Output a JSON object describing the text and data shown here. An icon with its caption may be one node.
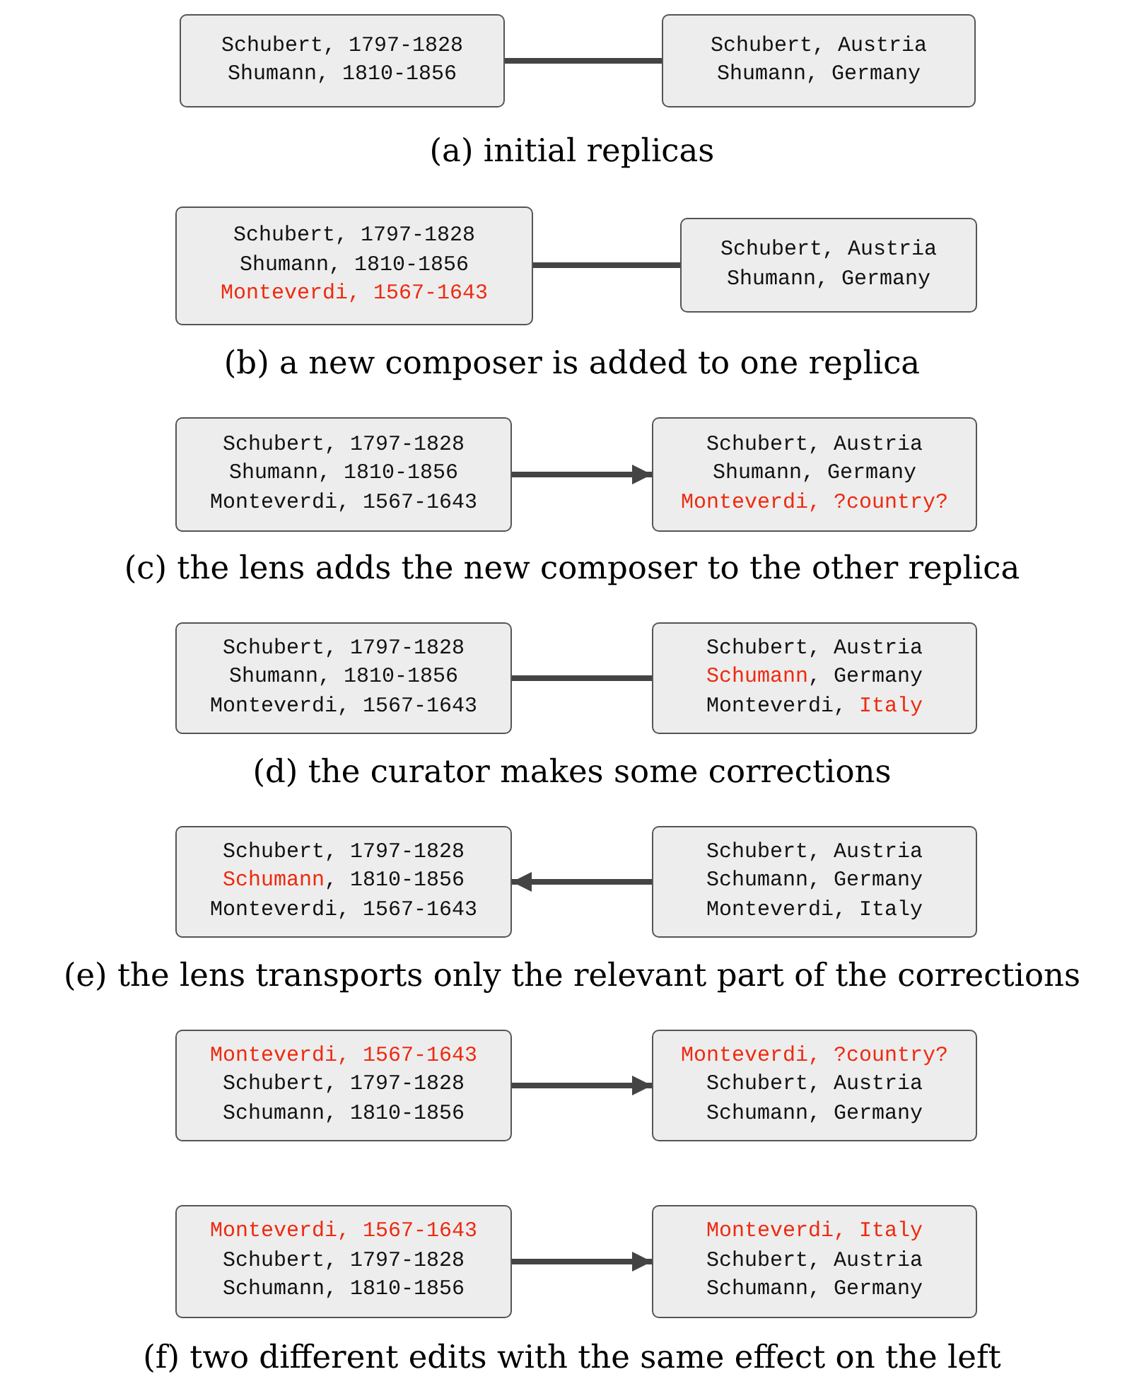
{
  "diagram": {
    "nodes": [
      {
        "text": [
          "Schubert, 1797-1828",
          "Shumann, 1810-1856"
        ]
      },
      {
        "text": [
          "Schubert, Austria",
          "Shumann, Germany"
        ]
      },
      {
        "text": [
          "Schubert, 1797-1828",
          "Shumann, 1810-1856",
          "**Monteverdi, 1567-1643**"
        ]
      },
      {
        "text": [
          "Schubert, Austria",
          "Shumann, Germany"
        ]
      },
      {
        "text": [
          "Schubert, 1797-1828",
          "Shumann, 1810-1856",
          "Monteverdi, 1567-1643"
        ]
      },
      {
        "text": [
          "Schubert, Austria",
          "Shumann, Germany",
          "**Monteverdi, ?country?**"
        ]
      },
      {
        "text": [
          "Schubert, 1797-1828",
          "Shumann, 1810-1856",
          "Monteverdi, 1567-1643"
        ]
      },
      {
        "text": [
          "Schubert, Austria",
          "**Schumann**, Germany",
          "Monteverdi, **Italy**"
        ]
      },
      {
        "text": [
          "Schubert, 1797-1828",
          "**Schumann**, 1810-1856",
          "Monteverdi, 1567-1643"
        ]
      },
      {
        "text": [
          "Schubert, Austria",
          "Schumann, Germany",
          "Monteverdi, Italy"
        ]
      },
      {
        "text": [
          "**Monteverdi, 1567-1643**",
          "Schubert, 1797-1828",
          "Schumann, 1810-1856"
        ]
      },
      {
        "text": [
          "**Monteverdi, ?country?**",
          "Schubert, Austria",
          "Schumann, Germany"
        ]
      },
      {
        "text": [
          "**Monteverdi, 1567-1643**",
          "Schubert, 1797-1828",
          "Schumann, 1810-1856"
        ]
      },
      {
        "text": [
          "**Monteverdi, Italy**",
          "Schubert, Austria",
          "Schumann, Germany"
        ]
      }
    ],
    "edges": [
      {
        "from": 0,
        "to": 1,
        "arrow": "none"
      },
      {
        "from": 2,
        "to": 3,
        "arrow": "none"
      },
      {
        "from": 4,
        "to": 5,
        "arrow": "to"
      },
      {
        "from": 6,
        "to": 7,
        "arrow": "none"
      },
      {
        "from": 9,
        "to": 8,
        "arrow": "to"
      },
      {
        "from": 10,
        "to": 11,
        "arrow": "to"
      },
      {
        "from": 12,
        "to": 13,
        "arrow": "to"
      }
    ],
    "labels": [
      "(a) initial replicas",
      "(b) a new composer is added to one replica",
      "(c) the lens adds the new composer to the other replica",
      "(d) the curator makes some corrections",
      "(e) the lens transports only the relevant part of the corrections",
      "(f) two different edits with the same effect on the left"
    ]
  }
}
